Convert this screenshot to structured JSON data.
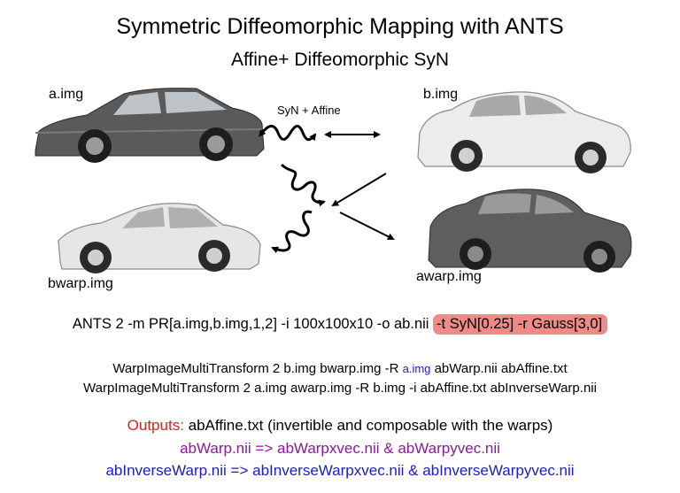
{
  "title": "Symmetric Diffeomorphic Mapping with ANTS",
  "subtitle": "Affine+ Diffeomorphic SyN",
  "labels": {
    "a_img": "a.img",
    "b_img": "b.img",
    "bwarp_img": "bwarp.img",
    "awarp_img": "awarp.img",
    "syn_affine": "SyN + Affine"
  },
  "ants_command": {
    "prefix": "ANTS 2 -m PR[a.img,b.img,1,2] -i 100x100x10 -o ab.nii ",
    "highlight": "-t SyN[0.25] -r Gauss[3,0]"
  },
  "warp_cmd_1": {
    "before": "WarpImageMultiTransform  2 b.img bwarp.img -R ",
    "ref": "a.img",
    "after": " abWarp.nii  abAffine.txt"
  },
  "warp_cmd_2": "WarpImageMultiTransform  2 a.img awarp.img -R b.img -i abAffine.txt  abInverseWarp.nii",
  "outputs": {
    "label": "Outputs:",
    "line1": "  abAffine.txt  (invertible and composable with the warps)",
    "line2": "abWarp.nii =>  abWarpxvec.nii & abWarpyvec.nii",
    "line3": "abInverseWarp.nii =>  abInverseWarpxvec.nii & abInverseWarpyvec.nii"
  },
  "colors": {
    "highlight": "#f08a86",
    "ref_blue": "#1a1acc",
    "purple": "#8a1a9a",
    "outputs_red": "#e02020",
    "dark_car": "#555555",
    "light_car": "#e8e8e8"
  },
  "icons": {
    "car_a": "sedan-car-icon",
    "car_b": "beetle-car-icon",
    "car_bwarp": "warped-sedan-car-icon",
    "car_awarp": "warped-beetle-car-icon"
  }
}
